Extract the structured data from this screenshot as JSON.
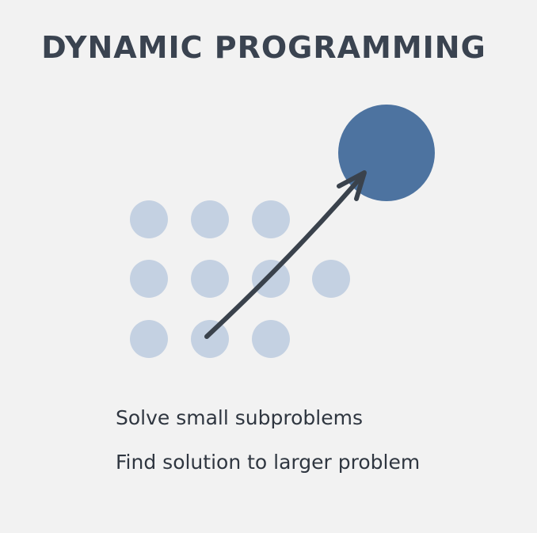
{
  "title": "DYNAMIC PROGRAMMING",
  "captions": {
    "line1": "Solve small subproblems",
    "line2": "Find solution to larger problem"
  },
  "colors": {
    "background": "#f2f2f2",
    "title": "#3a4350",
    "subproblem_dot": "#c4d1e2",
    "solution_circle": "#4d73a0",
    "arrow": "#3a424c",
    "caption": "#2f3640"
  },
  "icons": {
    "subproblem": "circle-dot",
    "solution": "filled-circle",
    "arrow": "curved-arrow"
  }
}
